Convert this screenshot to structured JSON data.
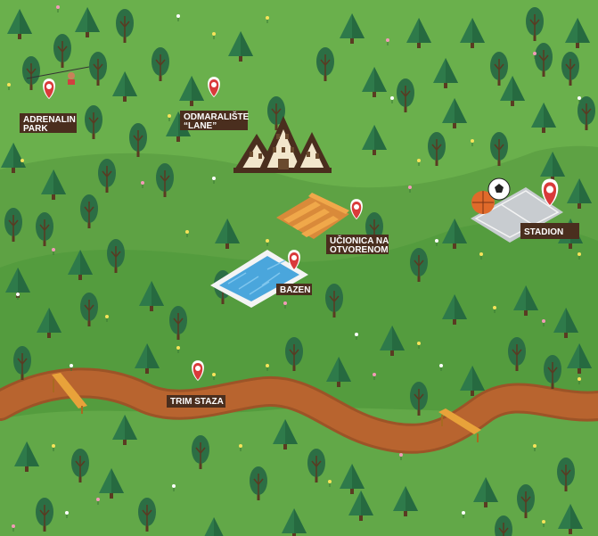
{
  "map": {
    "colors": {
      "grass_light": "#6ab04c",
      "grass_mid": "#5ea244",
      "grass_dark": "#539a3c",
      "path": "#b8642f",
      "label_bg": "#4a2e1e",
      "pin": "#d93a3a"
    },
    "locations": [
      {
        "id": "adrenalin-park",
        "lines": [
          "ADRENALIN",
          "PARK"
        ],
        "icon": "zipline"
      },
      {
        "id": "odmaraliste-lane",
        "lines": [
          "ODMARALIŠTE",
          "“LANE”"
        ],
        "icon": "lodge"
      },
      {
        "id": "ucionica",
        "lines": [
          "UČIONICA NA",
          "OTVORENOM"
        ],
        "icon": "benches"
      },
      {
        "id": "bazen",
        "lines": [
          "BAZEN"
        ],
        "icon": "pool"
      },
      {
        "id": "stadion",
        "lines": [
          "STADION"
        ],
        "icon": "sports-field"
      },
      {
        "id": "trim-staza",
        "lines": [
          "TRIM STAZA"
        ],
        "icon": "trail"
      }
    ]
  }
}
